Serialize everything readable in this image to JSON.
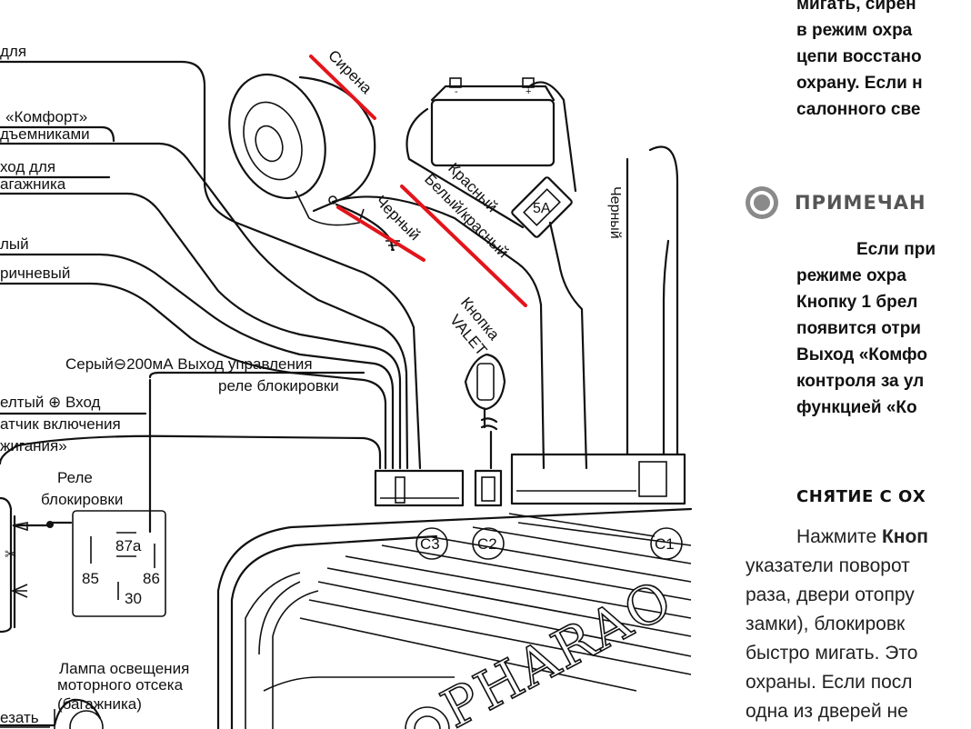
{
  "diagram": {
    "labels": {
      "dlya": "для",
      "komfort": "«Комфорт»",
      "podemnikami": "дъемниками",
      "vkhod_dlya": "ход для",
      "bagazhnika": "агажника",
      "lyi": "лый",
      "korichnevyi": "ричневый",
      "seryi_vykhod": "Серый⊖200мА Выход управления",
      "rele_blokirovki_out": "реле блокировки",
      "zheltyi_vkhod": "елтый ⊕ Вход",
      "datchik": "атчик включения",
      "zazhiganiya": "жигания»",
      "rele_title_1": "Реле",
      "rele_title_2": "блокировки",
      "pin_87a": "87a",
      "pin_85": "85",
      "pin_86": "86",
      "pin_30": "30",
      "lampa_1": "Лампа освещения",
      "lampa_2": "моторного отсека",
      "lampa_3": "(багажника)",
      "rezat": "езать",
      "sirena": "Сирена",
      "krasnyi": "Красный",
      "chernyi_siren": "Черный",
      "belyi_krasnyi": "Белый/красный",
      "fuse": "5A",
      "chernyi_right": "Черный",
      "knopka": "Кнопка",
      "valet": "VALET",
      "c3": "C3",
      "c2": "C2",
      "c1": "C1",
      "brand": "PHARAO"
    },
    "colors": {
      "red_marker": "#e3141b",
      "line": "#111111"
    }
  },
  "text": {
    "top_block": [
      "мигать, сирен",
      "в режим охра",
      "цепи восстано",
      "охрану. Если н",
      "салонного све"
    ],
    "note_title": "ПРИМЕЧАН",
    "note_lines": [
      "Если при",
      "режиме охра",
      "Кнопку 1 брел",
      "появится отри",
      "Выход «Комфо",
      "контроля за ул",
      "функцией «Ко"
    ],
    "section_title": "СНЯТИЕ С ОХ",
    "para_first_plain": "Нажмите ",
    "para_first_bold": "Кноп",
    "para_lines": [
      "указатели поворот",
      "раза, двери отопру",
      "замки), блокировк",
      "быстро мигать. Это",
      "охраны. Если посл",
      "одна из дверей не"
    ]
  }
}
